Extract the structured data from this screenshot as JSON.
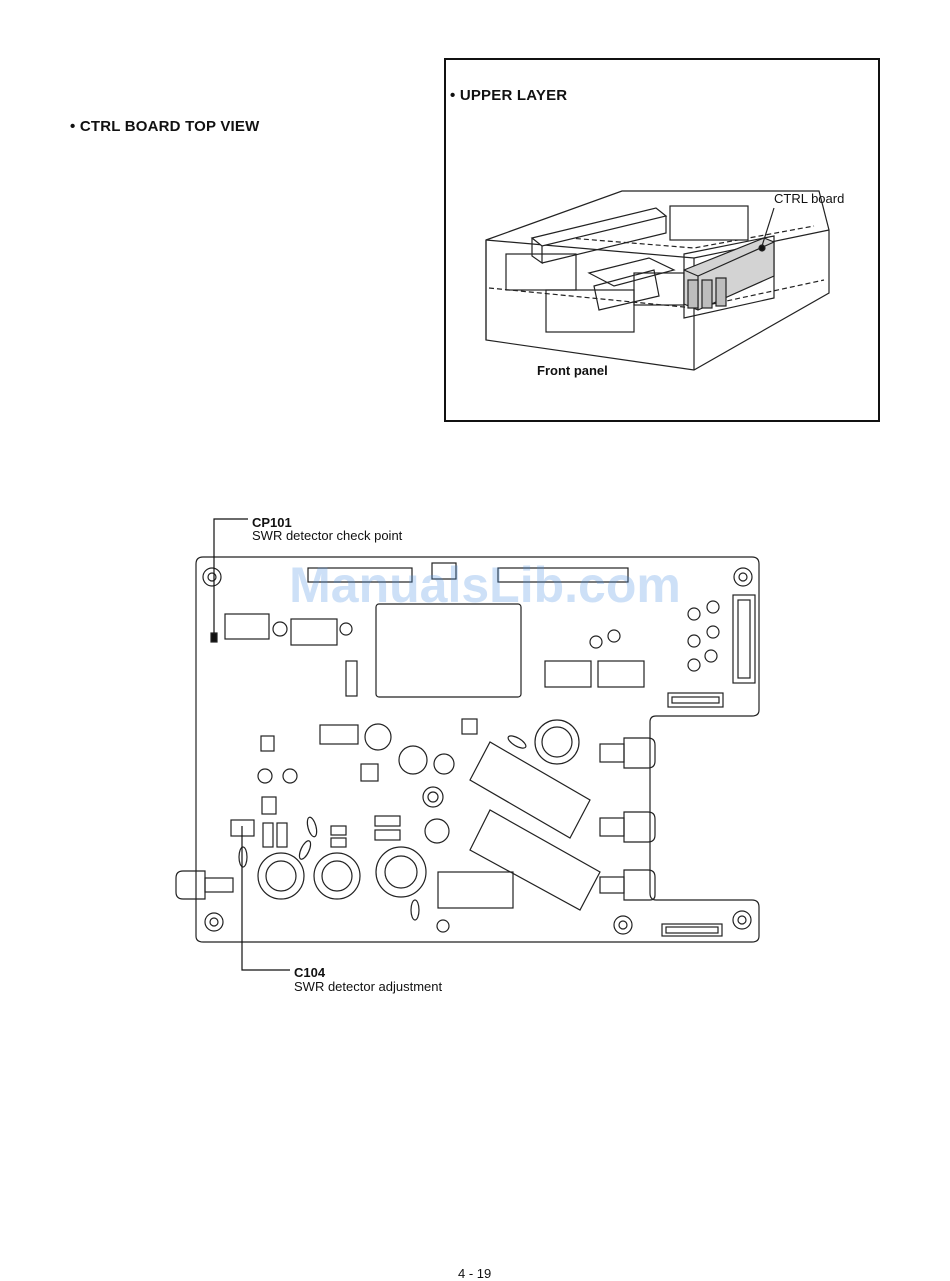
{
  "page": {
    "ctrl_title": "• CTRL BOARD TOP VIEW",
    "upper_title": "• UPPER LAYER",
    "page_number": "4 - 19"
  },
  "upper_diagram": {
    "ctrl_board_label": "CTRL board",
    "front_panel_label": "Front panel"
  },
  "board": {
    "cp101": {
      "id": "CP101",
      "desc": "SWR detector check point"
    },
    "c104": {
      "id": "C104",
      "desc": "SWR detector adjustment"
    }
  },
  "watermark": "ManualsLib.com"
}
